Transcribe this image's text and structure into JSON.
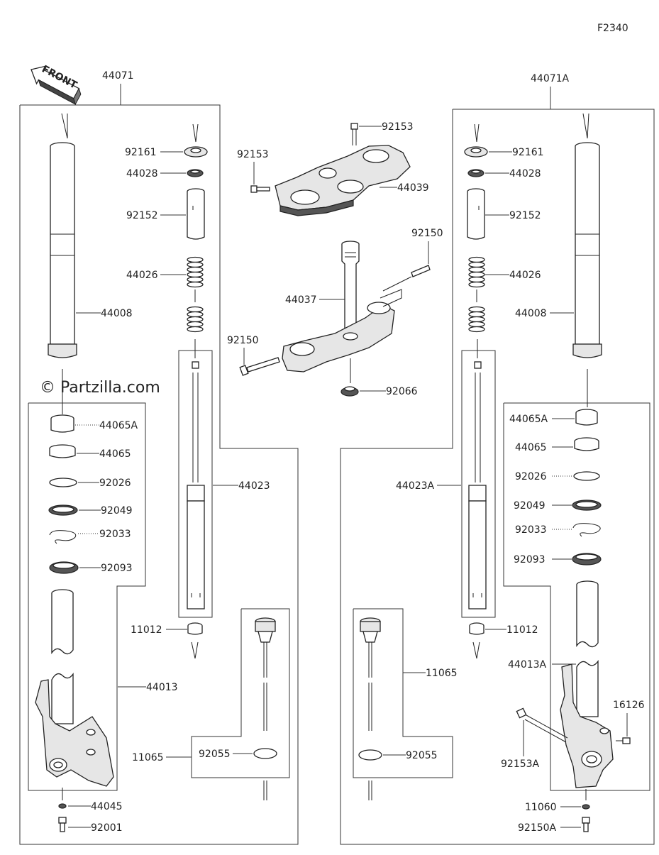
{
  "figure_code": "F2340",
  "direction_label": "FRONT",
  "watermark": "© Partzilla.com",
  "left_assembly": {
    "title": "44071",
    "labels": {
      "p92161": "92161",
      "p44028": "44028",
      "p92152": "92152",
      "p44026": "44026",
      "p44008": "44008",
      "p44065A": "44065A",
      "p44065": "44065",
      "p92026": "92026",
      "p92049": "92049",
      "p92033": "92033",
      "p92093": "92093",
      "p44023": "44023",
      "p11012": "11012",
      "p44013": "44013",
      "p11065": "11065",
      "p92055": "92055",
      "p44045": "44045",
      "p92001": "92001"
    }
  },
  "right_assembly": {
    "title": "44071A",
    "labels": {
      "p92161": "92161",
      "p44028": "44028",
      "p92152": "92152",
      "p44026": "44026",
      "p44008": "44008",
      "p44065A": "44065A",
      "p44065": "44065",
      "p92026": "92026",
      "p92049": "92049",
      "p92033": "92033",
      "p92093": "92093",
      "p44023A": "44023A",
      "p11012": "11012",
      "p44013A": "44013A",
      "p11065": "11065",
      "p92055": "92055",
      "p16126": "16126",
      "p92153A": "92153A",
      "p11060": "11060",
      "p92150A": "92150A"
    }
  },
  "center_assembly": {
    "labels": {
      "p92153_top": "92153",
      "p92153_left": "92153",
      "p44039": "44039",
      "p92150_right": "92150",
      "p44037": "44037",
      "p92150_left": "92150",
      "p92066": "92066"
    }
  }
}
